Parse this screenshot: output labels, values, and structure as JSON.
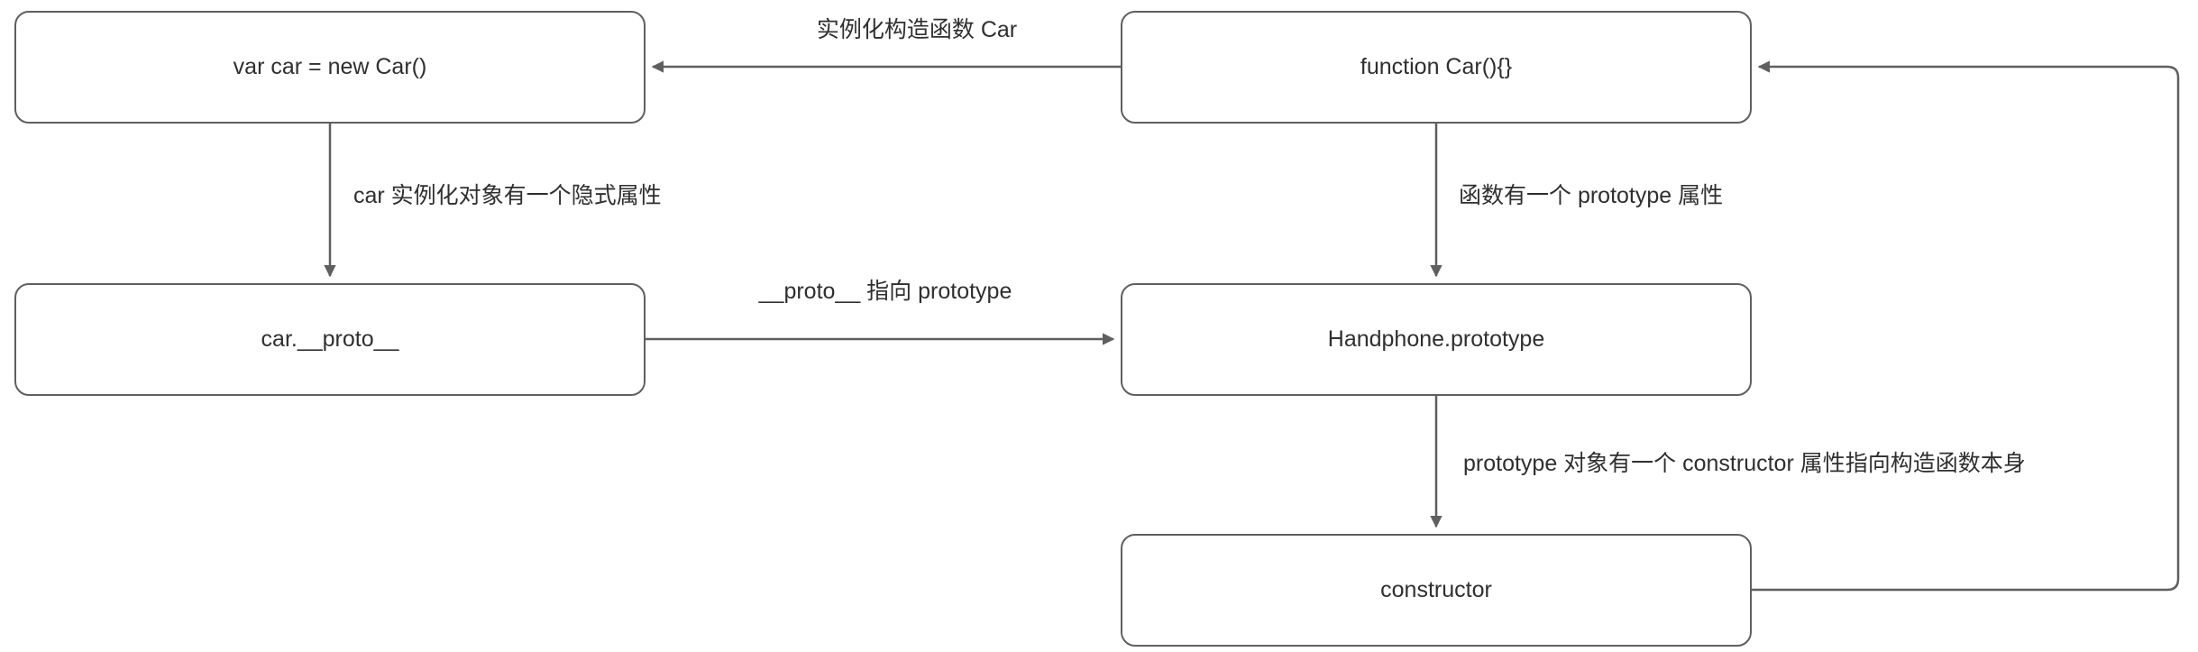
{
  "diagram": {
    "background_color": "#ffffff",
    "stroke_color": "#5f5f5f",
    "text_color": "#2f2f2f",
    "nodes": [
      {
        "id": "instance",
        "label": "var car = new Car()"
      },
      {
        "id": "function",
        "label": "function Car(){}"
      },
      {
        "id": "proto",
        "label": "car.__proto__"
      },
      {
        "id": "prototype",
        "label": "Handphone.prototype"
      },
      {
        "id": "constructor",
        "label": "constructor"
      }
    ],
    "edge_labels": [
      {
        "id": "instantiate",
        "label": "实例化构造函数 Car"
      },
      {
        "id": "implicit-property",
        "label": "car 实例化对象有一个隐式属性"
      },
      {
        "id": "prototype-property",
        "label": "函数有一个 prototype 属性"
      },
      {
        "id": "proto-points-to-prototype",
        "label": "__proto__ 指向 prototype"
      },
      {
        "id": "constructor-property",
        "label": "prototype 对象有一个 constructor 属性指向构造函数本身"
      }
    ]
  }
}
